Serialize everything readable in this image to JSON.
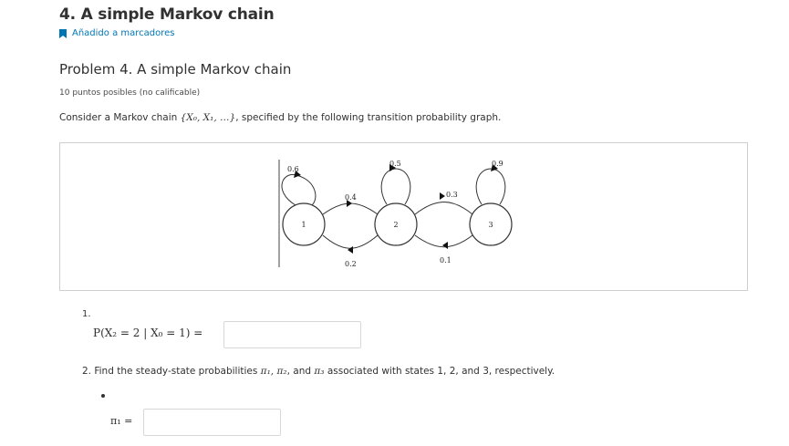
{
  "unit": {
    "title": "4. A simple Markov chain",
    "bookmark_label": "Añadido a marcadores"
  },
  "problem": {
    "title": "Problem 4. A simple Markov chain",
    "points": "10 puntos posibles (no calificable)",
    "intro_before": "Consider a Markov chain ",
    "intro_math": "{X₀, X₁, …}",
    "intro_after": ", specified by the following transition probability graph."
  },
  "graph": {
    "states": [
      "1",
      "2",
      "3"
    ],
    "self_loops": [
      "0.6",
      "0.5",
      "0.9"
    ],
    "forward": [
      "0.4",
      "0.3"
    ],
    "backward": [
      "0.2",
      "0.1"
    ]
  },
  "question1": {
    "number": "1.",
    "expression": "P(X₂ = 2 | X₀ = 1) =",
    "answer": ""
  },
  "question2": {
    "text_before": "2. Find the steady-state probabilities ",
    "pis": "π₁, π₂",
    "text_mid": ", and ",
    "pi3": "π₃",
    "text_mid2": " associated with states ",
    "states": "1, 2",
    "text_and": ", and ",
    "state3": "3",
    "text_after": ", respectively.",
    "pi1_label": "π₁ =",
    "pi1_answer": ""
  },
  "colors": {
    "link": "#0075b4",
    "text": "#313131",
    "border": "#cfcfcf"
  }
}
